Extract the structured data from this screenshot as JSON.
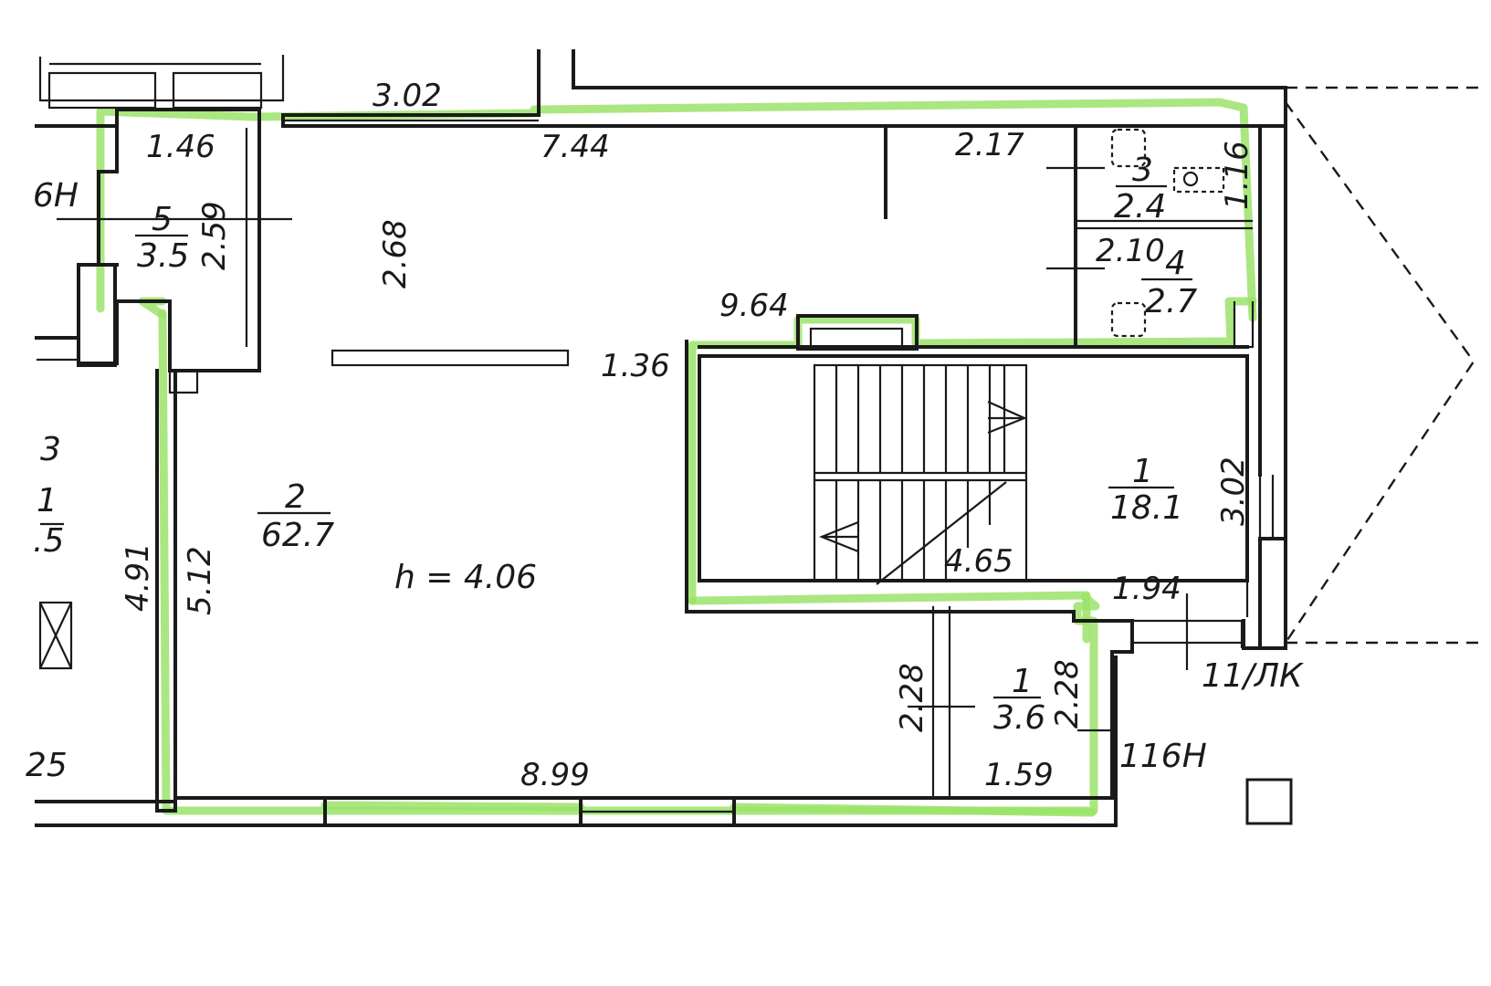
{
  "dimensions": {
    "top_left_corridor": "3.02",
    "hall_top": "7.44",
    "hall_top_right": "2.17",
    "room5_width": "1.46",
    "room5_height": "2.59",
    "hall_height": "2.68",
    "partition": "1.36",
    "corridor_length": "9.64",
    "room4_width": "2.10",
    "room3_height": "1.16",
    "left_wall_outer": "4.91",
    "left_wall_inner": "5.12",
    "stair_width": "4.65",
    "stair_height": "3.02",
    "entry_width": "1.94",
    "bottom_wall": "8.99",
    "vest_height_left": "2.28",
    "vest_height_right": "2.28",
    "vest_width": "1.59"
  },
  "rooms": [
    {
      "number": "5",
      "area": "3.5"
    },
    {
      "number": "2",
      "area": "62.7"
    },
    {
      "number": "3",
      "area": "2.4"
    },
    {
      "number": "4",
      "area": "2.7"
    },
    {
      "number": "1",
      "area": "18.1"
    },
    {
      "number": "1",
      "area": "3.6"
    }
  ],
  "ceiling_height": "h = 4.06",
  "unit_codes": {
    "left_unit": "6H",
    "entrance_unit": "116H",
    "staircase_unit": "11/ЛК"
  },
  "left_fragments": {
    "frag_a": "3",
    "frag_b": "1",
    "frag_c": ".5",
    "frag_d": "25"
  }
}
